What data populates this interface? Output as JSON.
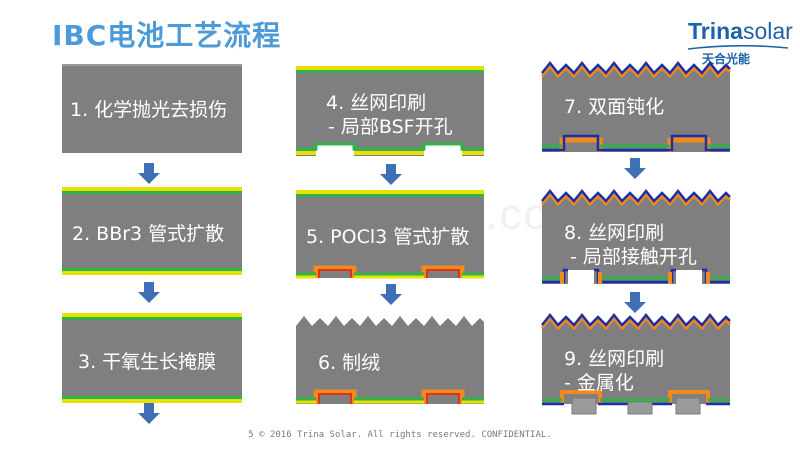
{
  "title": "IBC电池工艺流程",
  "logo": {
    "brand_bold": "Trina",
    "brand_light": "solar",
    "chinese": "天合光能"
  },
  "watermark": "baogao8.com",
  "steps": [
    {
      "label": "1. 化学抛光去损伤",
      "sub": ""
    },
    {
      "label": "2. BBr3 管式扩散",
      "sub": ""
    },
    {
      "label": "3. 干氧生长掩膜",
      "sub": ""
    },
    {
      "label": "4. 丝网印刷",
      "sub": "- 局部BSF开孔"
    },
    {
      "label": "5. POCl3 管式扩散",
      "sub": ""
    },
    {
      "label": "6. 制绒",
      "sub": ""
    },
    {
      "label": "7. 双面钝化",
      "sub": ""
    },
    {
      "label": "8. 丝网印刷",
      "sub": "- 局部接触开孔"
    },
    {
      "label": "9. 丝网印刷",
      "sub": " - 金属化"
    }
  ],
  "footer": "5   © 2016 Trina Solar. All rights reserved. CONFIDENTIAL.",
  "colors": {
    "title": "#4d9ad8",
    "wafer": "#7f7f7f",
    "arrow": "#3f6fb5",
    "yellow": "#e8e000",
    "green": "#2db34a",
    "orange": "#f08a1c",
    "red": "#e0301e",
    "blue": "#1c2fa8"
  }
}
